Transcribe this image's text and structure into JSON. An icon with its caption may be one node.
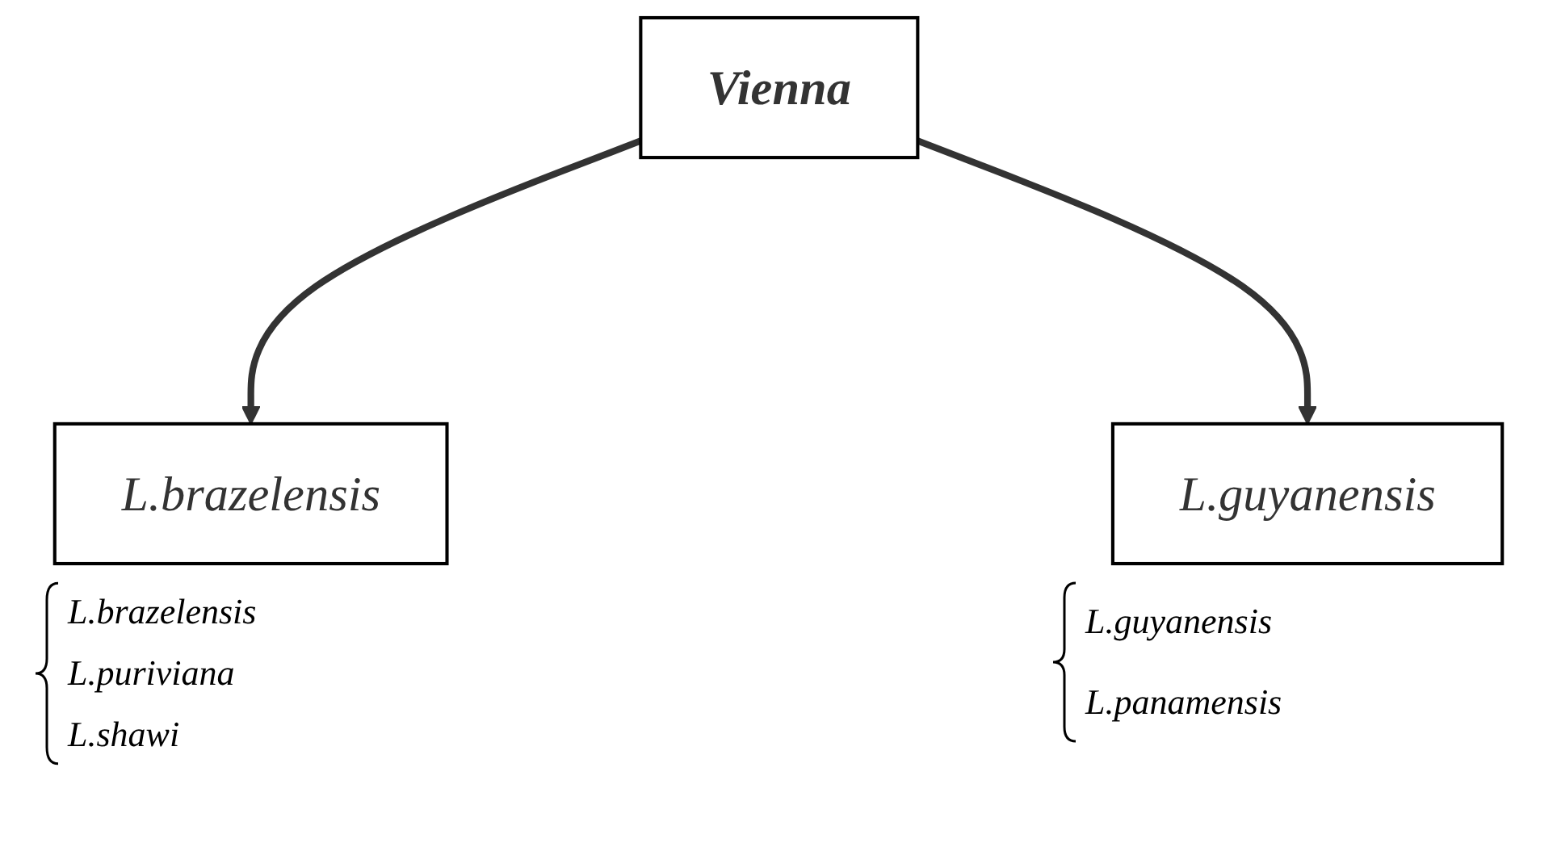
{
  "diagram": {
    "nodes": [
      {
        "text": [
          "Vienna"
        ]
      },
      {
        "text": [
          "L.brazelensis"
        ]
      },
      {
        "text": [
          "L.guyanensis"
        ]
      }
    ],
    "edges": [
      {
        "from": 0,
        "to": 1,
        "arrow": "to"
      },
      {
        "from": 0,
        "to": 2,
        "arrow": "to"
      }
    ],
    "labels": [
      "L.brazelensis",
      "L.puriviana",
      "L.shawi",
      "L.guyanensis",
      "L.panamensis"
    ]
  }
}
